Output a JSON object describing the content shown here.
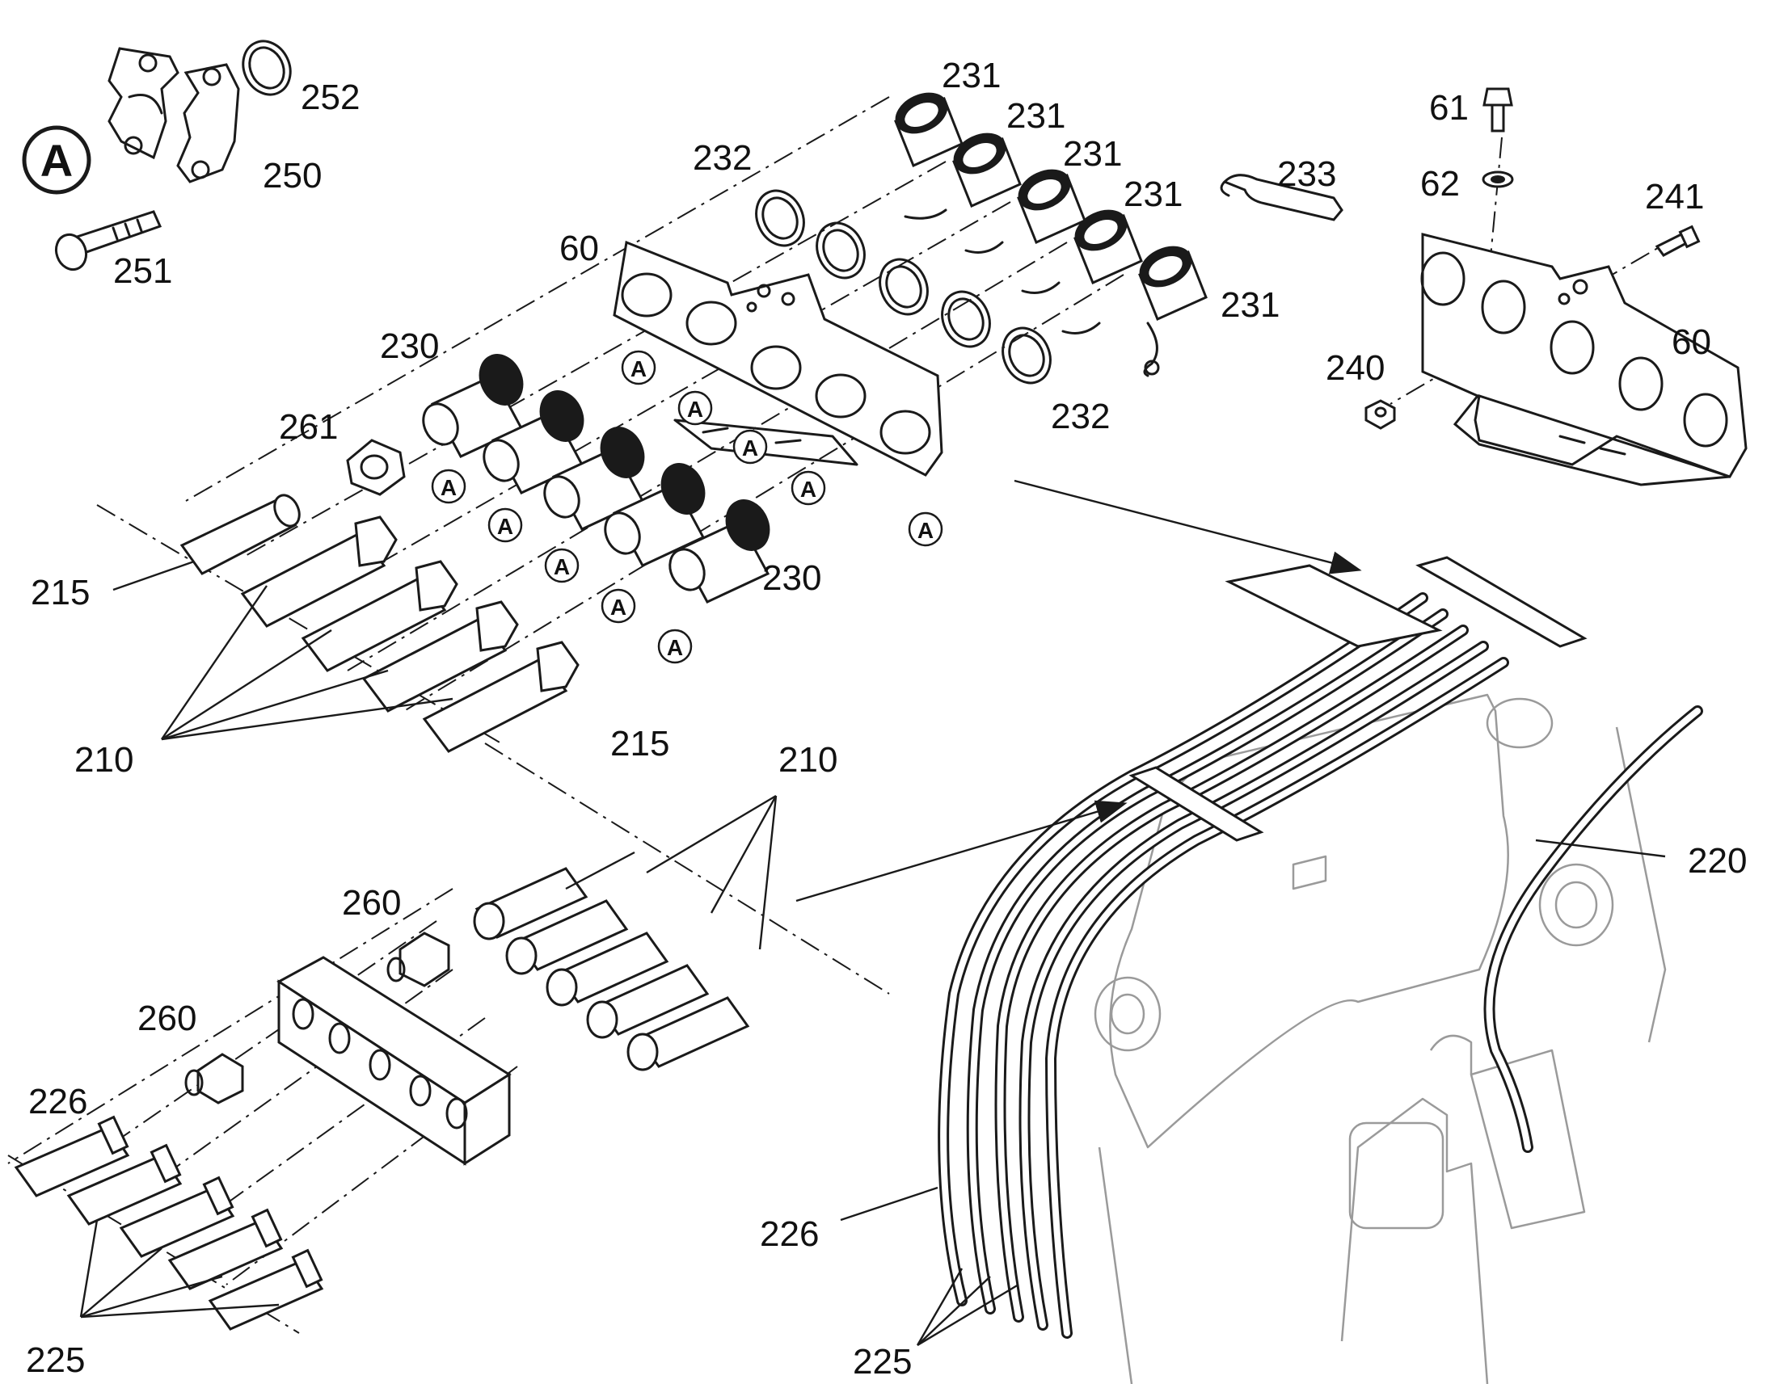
{
  "detail_ref": "A",
  "callouts": {
    "c252": "252",
    "c250": "250",
    "c251": "251",
    "c231a": "231",
    "c231b": "231",
    "c231c": "231",
    "c231d": "231",
    "c231e": "231",
    "c232a": "232",
    "c232b": "232",
    "c233": "233",
    "c60a": "60",
    "c60b": "60",
    "c61": "61",
    "c62": "62",
    "c241": "241",
    "c240": "240",
    "c230a": "230",
    "c230b": "230",
    "c261": "261",
    "c215a": "215",
    "c215b": "215",
    "c210a": "210",
    "c210b": "210",
    "c260a": "260",
    "c260b": "260",
    "c226a": "226",
    "c226b": "226",
    "c225a": "225",
    "c225b": "225",
    "c220": "220"
  },
  "ref_markers": [
    "A",
    "A",
    "A",
    "A",
    "A",
    "A",
    "A",
    "A",
    "A",
    "A"
  ]
}
